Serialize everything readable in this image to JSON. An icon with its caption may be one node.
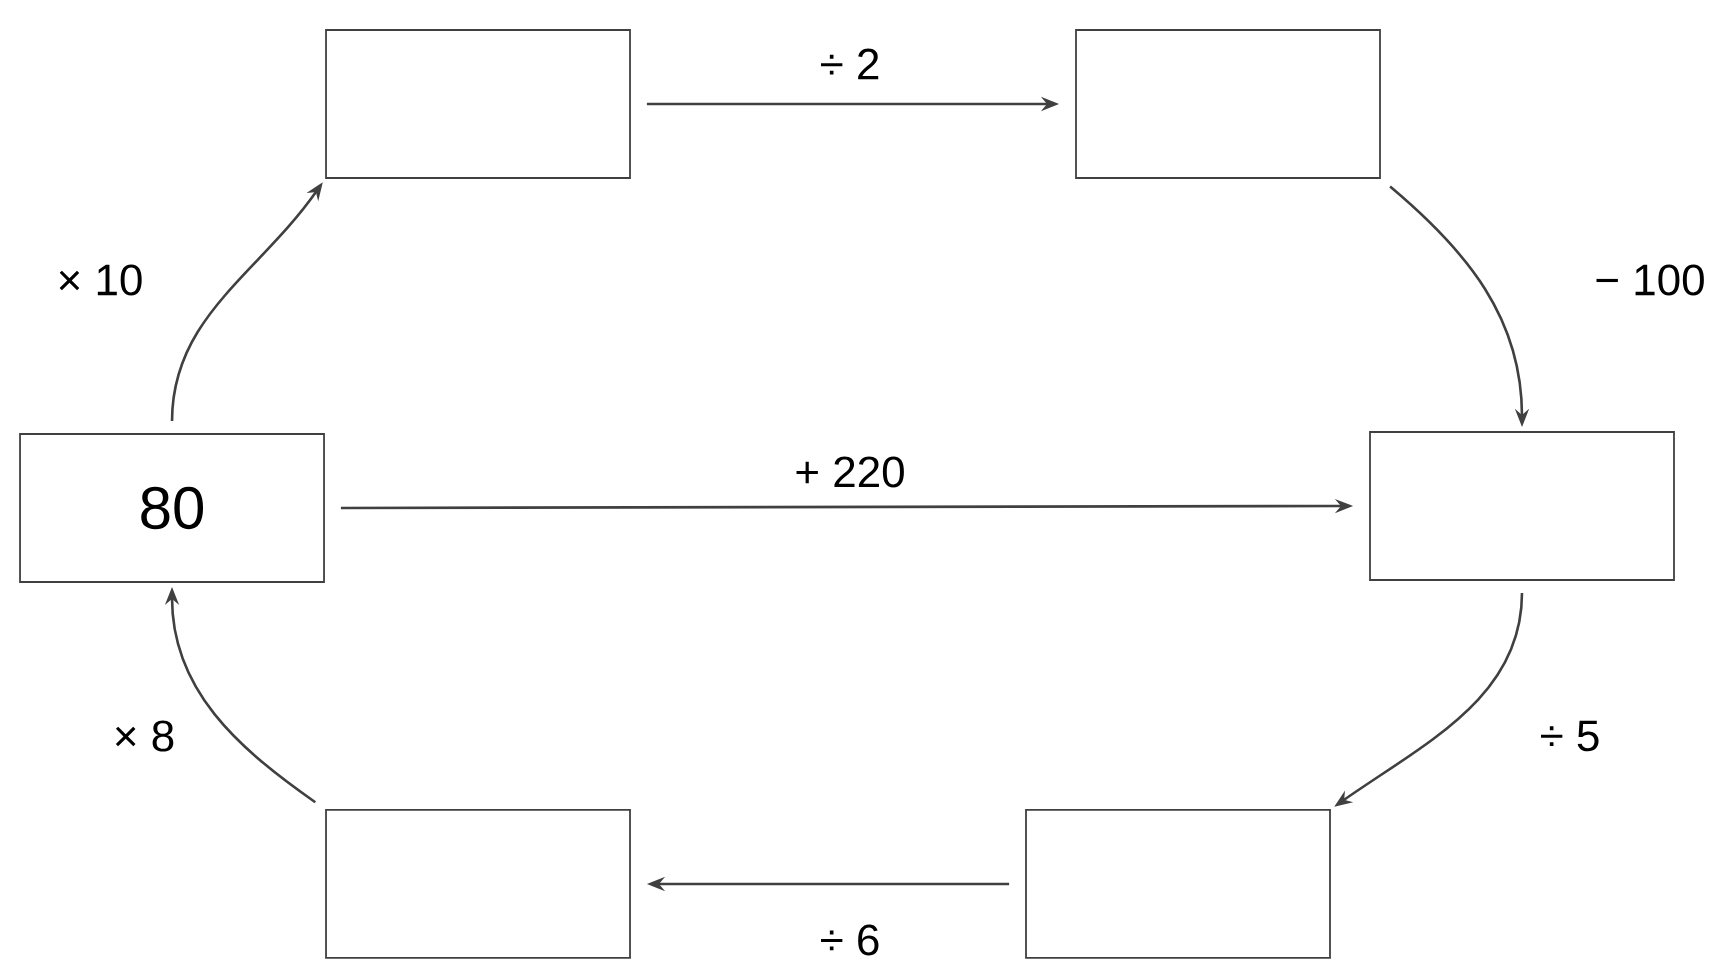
{
  "diagram": {
    "nodes": [
      {
        "text": [
          "80"
        ]
      },
      {
        "text": [],
        "shape": "box"
      },
      {
        "text": [],
        "shape": "box"
      },
      {
        "text": [],
        "shape": "box"
      },
      {
        "text": [],
        "shape": "box"
      },
      {
        "text": [],
        "shape": "box"
      }
    ],
    "edges": [
      {
        "from": 0,
        "to": 1,
        "arrow": "to",
        "label": "× 10"
      },
      {
        "from": 1,
        "to": 2,
        "arrow": "to",
        "label": "÷ 2"
      },
      {
        "from": 2,
        "to": 3,
        "arrow": "to",
        "label": "− 100"
      },
      {
        "from": 0,
        "to": 3,
        "arrow": "to",
        "label": "+ 220"
      },
      {
        "from": 3,
        "to": 4,
        "arrow": "to",
        "label": "÷ 5"
      },
      {
        "from": 4,
        "to": 5,
        "arrow": "to",
        "label": "÷ 6"
      },
      {
        "from": 5,
        "to": 0,
        "arrow": "to",
        "label": "× 8"
      }
    ]
  }
}
